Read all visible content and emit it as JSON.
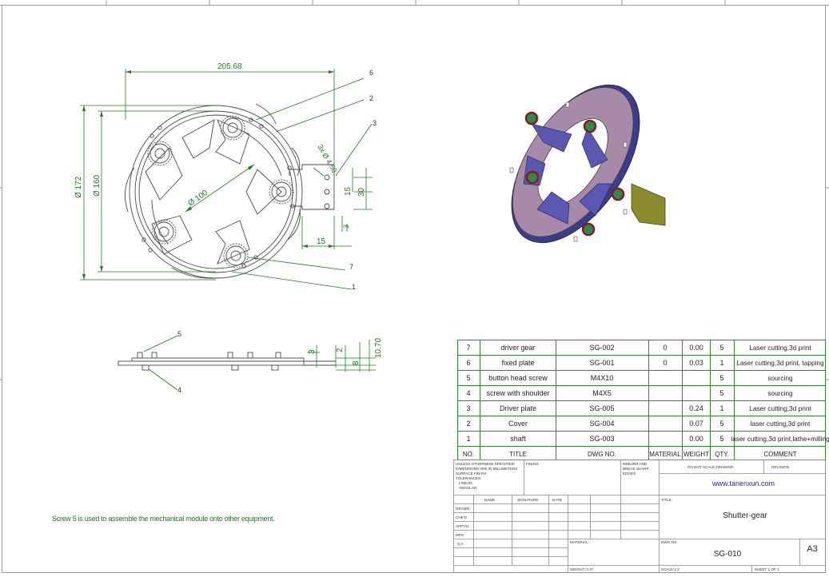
{
  "colors": {
    "line": "#1f7a1f",
    "part": "#444444",
    "frame": "#999999"
  },
  "dimensions": {
    "overall_width": "205.68",
    "dia_outer": "Ø 172",
    "dia_mid": "Ø 160",
    "dia_inner": "Ø 100",
    "holes": "3x Ø 4.50",
    "tab_15v": "15",
    "tab_30v": "30",
    "tab_15h": "15",
    "tab_3": "3",
    "side_3": "3",
    "side_2": "2",
    "side_8": "8",
    "side_1070": "10.70"
  },
  "balloons": {
    "b1": "1",
    "b2": "2",
    "b3": "3",
    "b4": "4",
    "b5": "5",
    "b6": "6",
    "b7": "7"
  },
  "note": "Screw 5 is used to assemble the mechanical module onto other equipment.",
  "bom": {
    "rows": [
      {
        "no": "7",
        "title": "driver gear",
        "dwg": "SG-002",
        "material": "0",
        "weight": "0.00",
        "qty": "5",
        "comment": "Laser cutting,3d print"
      },
      {
        "no": "6",
        "title": "fixed plate",
        "dwg": "SG-001",
        "material": "0",
        "weight": "0.03",
        "qty": "1",
        "comment": "Laser cutting,3d print, tapping"
      },
      {
        "no": "5",
        "title": "button head screw",
        "dwg": "M4X10",
        "material": "",
        "weight": "",
        "qty": "5",
        "comment": "sourcing"
      },
      {
        "no": "4",
        "title": "screw with shoulder",
        "dwg": "M4X5",
        "material": "",
        "weight": "",
        "qty": "5",
        "comment": "sourcing"
      },
      {
        "no": "3",
        "title": "Driver plate",
        "dwg": "SG-005",
        "material": "",
        "weight": "0.24",
        "qty": "1",
        "comment": "Laser cutting,3d print"
      },
      {
        "no": "2",
        "title": "Cover",
        "dwg": "SG-004",
        "material": "",
        "weight": "0.07",
        "qty": "5",
        "comment": "laser cutting,3d print"
      },
      {
        "no": "1",
        "title": "shaft",
        "dwg": "SG-003",
        "material": "",
        "weight": "0.00",
        "qty": "5",
        "comment": "laser cutting,3d print,lathe+milling"
      }
    ],
    "header": {
      "no": "NO.",
      "title": "TITLE",
      "dwg": "DWG NO.",
      "material": "MATERIAL",
      "weight": "WEIGHT",
      "qty": "QTY.",
      "comment": "COMMENT"
    }
  },
  "titleblock": {
    "unless": "UNLESS OTHERWISE SPECIFIED:",
    "dims": "DIMENSIONS ARE IN MILLIMETERS",
    "surface": "SURFACE FINISH:",
    "tolerances": "TOLERANCES:",
    "linear": "LINEAR:",
    "angular": "ANGULAR:",
    "finish": "FINISH:",
    "deburr1": "DEBURR AND",
    "deburr2": "BREAK SHARP",
    "deburr3": "EDGES",
    "noscale": "DO NOT SCALE DRAWING",
    "revision": "REVISION",
    "website": "www.tanenxun.com",
    "col_name": "NAME",
    "col_sig": "SIGNATURE",
    "col_date": "DATE",
    "drawn": "DRAWN",
    "chkd": "CHK'D",
    "appvd": "APPV'D",
    "mfg": "MFG",
    "qa": "Q.A",
    "material": "MATERIAL:",
    "title_label": "TITLE:",
    "title": "Shutter-gear",
    "dwgno_label": "DWG NO.",
    "dwgno": "SG-010",
    "size": "A3",
    "weight": "WEIGHT: 0.47",
    "scale": "SCALE:1:2",
    "sheet": "SHEET 1 OF 1"
  }
}
